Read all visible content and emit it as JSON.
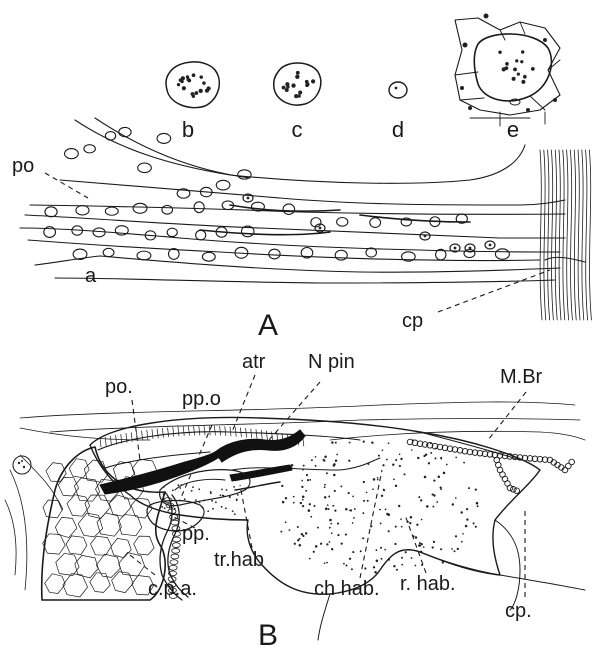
{
  "panel_a": {
    "panel_label": "A",
    "labels": {
      "a": "a",
      "b": "b",
      "c": "c",
      "d": "d",
      "e": "e",
      "po": "po",
      "cp": "cp"
    }
  },
  "panel_b": {
    "panel_label": "B",
    "labels": {
      "po": "po.",
      "pp_o": "pp.o",
      "atr": "atr",
      "n_pin": "N pin",
      "m_br": "M.Br",
      "pp": "pp.",
      "tr_hab": "tr.hab",
      "c_pa": "c.p.a.",
      "ch_hab": "ch hab.",
      "r_hab": "r. hab.",
      "cp": "cp."
    }
  }
}
